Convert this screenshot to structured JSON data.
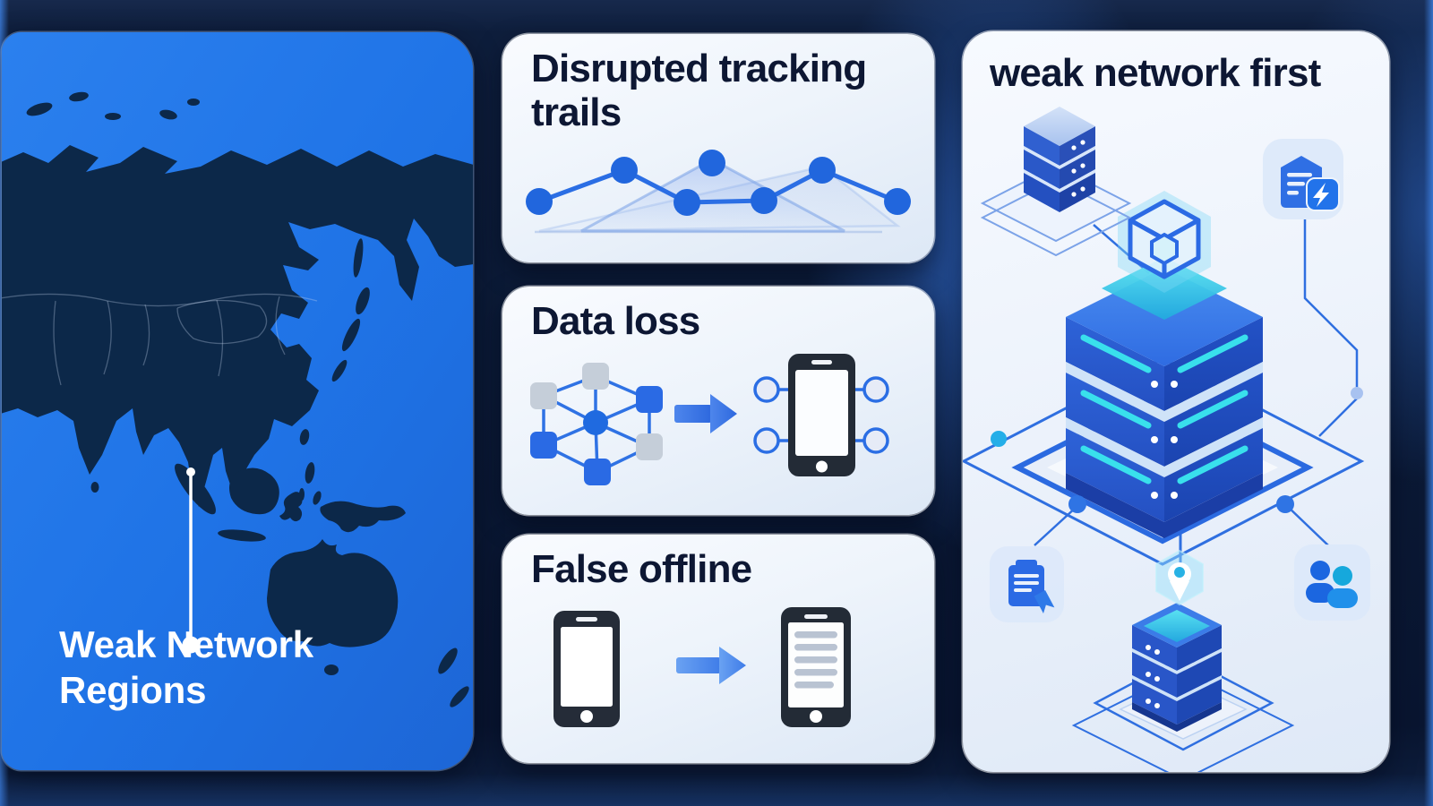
{
  "map_panel": {
    "label": "Weak Network Regions",
    "label_lines": [
      "Weak Network",
      "Regions"
    ],
    "callout": "line-with-endpoint-dots pointing to Southeast Asia"
  },
  "cards": [
    {
      "title": "Disrupted tracking trails",
      "icon": "line-chart-trail-icon"
    },
    {
      "title": "Data loss",
      "icons": [
        "network-nodes-icon",
        "arrow-right-icon",
        "phone-connectors-icon"
      ]
    },
    {
      "title": "False offline",
      "icons": [
        "phone-blank-icon",
        "arrow-right-icon",
        "phone-content-icon"
      ]
    }
  ],
  "right_panel": {
    "title": "weak network first",
    "icons": [
      "server-stack-small-icon",
      "document-lightning-icon",
      "cube-icon",
      "server-stack-main-icon",
      "certificate-document-icon",
      "users-icon",
      "location-pin-server-icon"
    ]
  },
  "chart_data": {
    "type": "line",
    "title": "Disrupted tracking trails",
    "x": [
      1,
      2,
      3,
      4,
      5,
      6,
      7
    ],
    "values": [
      35,
      66,
      33,
      72,
      34,
      66,
      33
    ],
    "ghost_trail_values": [
      20,
      20,
      72,
      20,
      66,
      30,
      20
    ],
    "xlabel": "",
    "ylabel": "",
    "grid": false,
    "legend": false,
    "note": "decorative sparkline without axes"
  },
  "colors": {
    "accent_blue": "#2b6ee4",
    "cyan": "#38dcec",
    "title_navy": "#0d1733",
    "ocean_blue": "#1f73e6",
    "land_navy": "#0c2849",
    "card_bg_light": "#eef4fb",
    "page_bg_dark": "#0b1a36",
    "white": "#ffffff",
    "gray_node": "#c5ced9"
  }
}
